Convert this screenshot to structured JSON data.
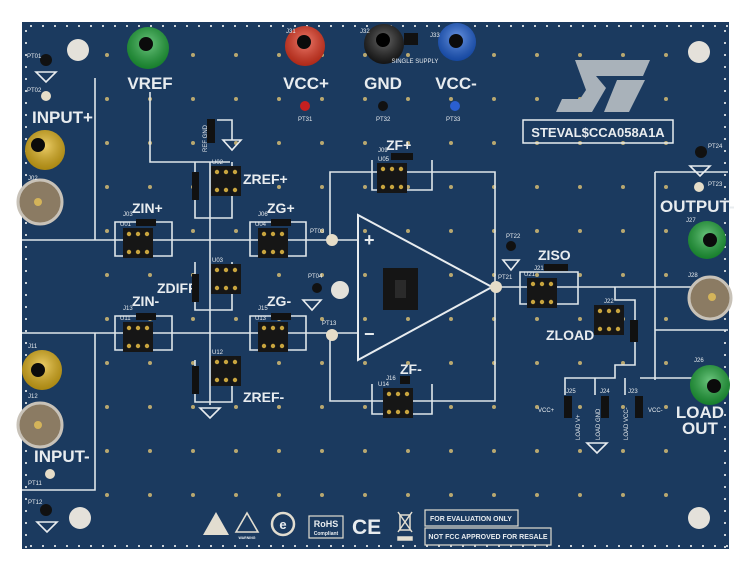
{
  "board": {
    "part_number": "STEVAL$CCA058A1A",
    "logo": "ST",
    "colors": {
      "pcb": "#1b3a5f",
      "silk": "#e8ecef",
      "vref_jack": "#1ea83a",
      "vcc_plus_jack": "#e8361f",
      "gnd_jack": "#1a1a1a",
      "vcc_minus_jack": "#1c5fd6",
      "input_jack": "#e3b417",
      "output_jack": "#1ea83a"
    }
  },
  "connectors": {
    "vref": "VREF",
    "vcc_plus": "VCC+",
    "gnd": "GND",
    "vcc_minus": "VCC-",
    "single_supply": "SINGLE SUPPLY",
    "j33": "J33",
    "j31": "J31",
    "j32": "J32",
    "input_plus": "INPUT+",
    "input_minus": "INPUT-",
    "output_minus": "OUTPUT-",
    "load_out_1": "LOAD",
    "load_out_2": "OUT",
    "j02": "J02",
    "j11": "J11",
    "j12": "J12",
    "j27": "J27",
    "j28": "J28",
    "j26": "J26"
  },
  "test_points": {
    "pt31": "PT31",
    "pt32": "PT32",
    "pt33": "PT33",
    "pt03": "PT03",
    "pt04": "PT04",
    "pt13": "PT13",
    "pt21": "PT21",
    "pt22": "PT22",
    "pt23": "PT23",
    "pt24": "PT24",
    "pt11": "PT11",
    "pt12": "PT12",
    "pt01": "PT01",
    "pt02": "PT02"
  },
  "impedances": {
    "zin_plus": "ZIN+",
    "zin_minus": "ZIN-",
    "zg_plus": "ZG+",
    "zg_minus": "ZG-",
    "zref_plus": "ZREF+",
    "zref_minus": "ZREF-",
    "zdiff": "ZDIFF",
    "zf_plus": "ZF+",
    "zf_minus": "ZF-",
    "ziso": "ZISO",
    "zload": "ZLOAD",
    "ref_gnd": "REF GND"
  },
  "designators": {
    "u01": "U01",
    "u02": "U02",
    "u03": "U03",
    "u04": "U04",
    "u05": "U05",
    "u11": "U11",
    "u12": "U12",
    "u13": "U13",
    "u14": "U14",
    "u21": "U21",
    "u22": "J22",
    "j03": "J03",
    "j06": "J06",
    "j09": "J09",
    "j13": "J13",
    "j15": "J15",
    "j16": "J16",
    "j21": "J21",
    "j23": "J23",
    "j24": "J24",
    "j25": "J25"
  },
  "load_jumpers": {
    "vcc_plus": "VCC+",
    "vcc_minus": "VCC-",
    "load_vplus": "LOAD V+",
    "load_gnd": "LOAD GND",
    "load_vcc_minus": "LOAD VCC-"
  },
  "opamp": {
    "plus": "+",
    "minus": "−"
  },
  "compliance": {
    "icons": [
      "esd-icon",
      "warning-icon",
      "e-recycle-icon",
      "rohs-icon",
      "ce-icon",
      "weee-icon"
    ],
    "rohs": "RoHS",
    "rohs_sub": "Compliant",
    "ce": "CE",
    "warning_sub": "WARNING",
    "evaluation": "FOR EVALUATION ONLY",
    "fcc": "NOT FCC APPROVED FOR RESALE"
  }
}
